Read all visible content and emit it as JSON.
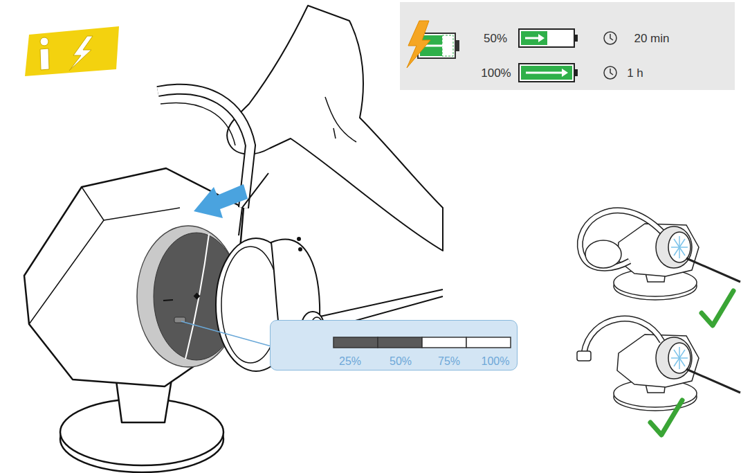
{
  "diagram": {
    "nodes": [
      {
        "text": [
          "50%",
          "20 min",
          "100%",
          "1 h"
        ]
      },
      {
        "text": [
          "25%",
          "50%",
          "75%",
          "100%"
        ]
      }
    ]
  }
}
